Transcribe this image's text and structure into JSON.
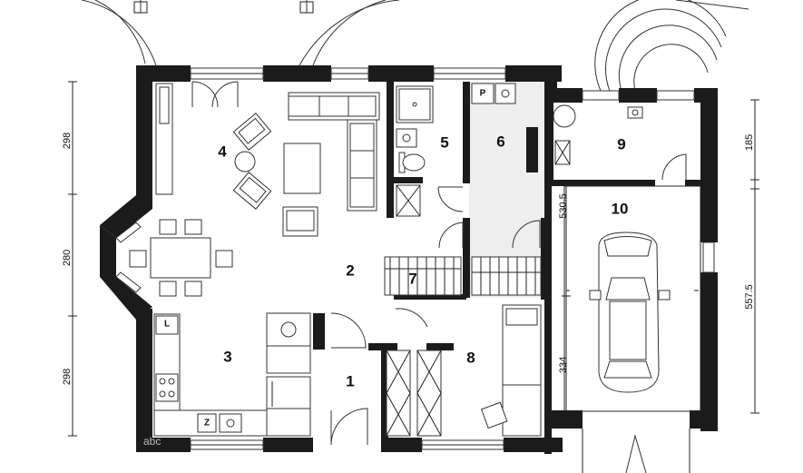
{
  "rooms": {
    "r1": "1",
    "r2": "2",
    "r3": "3",
    "r4": "4",
    "r5": "5",
    "r6": "6",
    "r7": "7",
    "r8": "8",
    "r9": "9",
    "r10": "10"
  },
  "dimensions": {
    "left_top": "298",
    "left_mid": "280",
    "left_bottom": "298",
    "right_top": "185",
    "right_main": "557.5",
    "garage_upper": "530.5",
    "garage_lower": "334"
  },
  "fixtures": {
    "boiler_label": "P",
    "kitchen_label": "L",
    "sink_label": "Z"
  },
  "watermark": "abc"
}
